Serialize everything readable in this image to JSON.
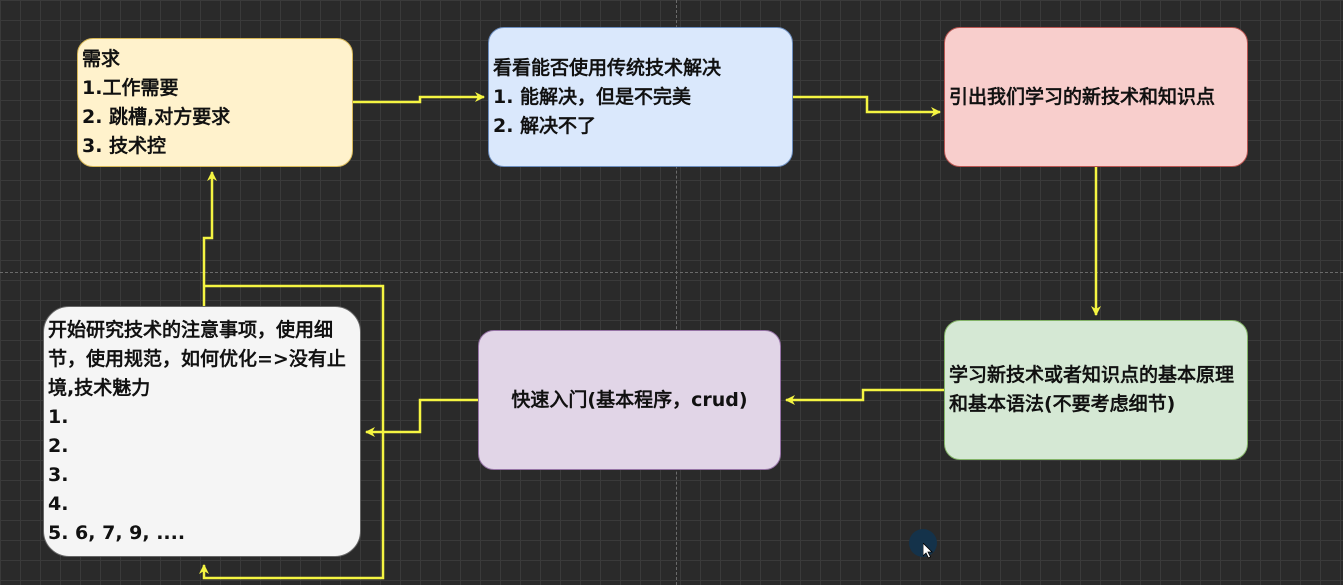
{
  "colors": {
    "background": "#2a2a2a",
    "edge": "#f5f542",
    "node_demand": "#fff2cc",
    "node_traditional": "#dae8fc",
    "node_introduce": "#f8cecc",
    "node_learn": "#d5e8d4",
    "node_quickstart": "#e1d5e7",
    "node_research": "#f5f5f5"
  },
  "nodes": {
    "demand": {
      "lines": [
        "需求",
        "1.工作需要",
        "2. 跳槽,对方要求",
        "3. 技术控"
      ]
    },
    "traditional": {
      "lines": [
        "看看能否使用传统技术解决",
        "1. 能解决，但是不完美",
        "2. 解决不了"
      ]
    },
    "introduce": {
      "text": "引出我们学习的新技术和知识点"
    },
    "learn": {
      "text": "学习新技术或者知识点的基本原理和基本语法(不要考虑细节)"
    },
    "quickstart": {
      "text": "快速入门(基本程序，crud)"
    },
    "research": {
      "heading": "开始研究技术的注意事项，使用细节，使用规范，如何优化=>没有止境,技术魅力",
      "lines": [
        "1.",
        "2.",
        "3.",
        "4.",
        "5. 6, 7, 9, ...."
      ]
    }
  }
}
